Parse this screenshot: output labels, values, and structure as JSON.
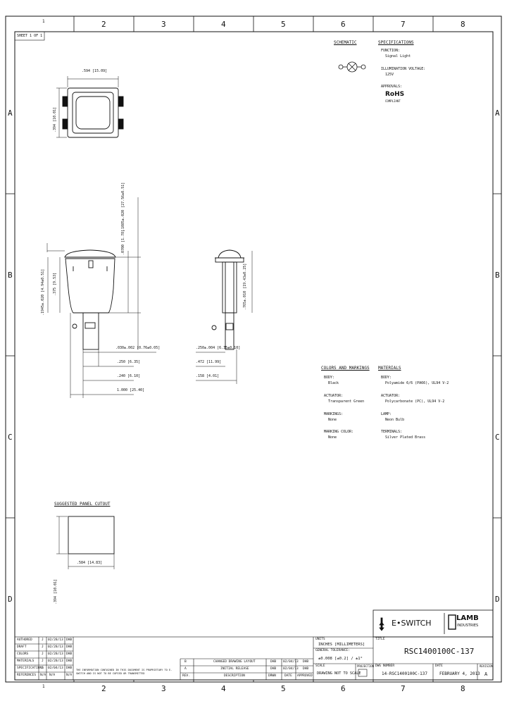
{
  "border": {
    "columns": [
      "1",
      "2",
      "3",
      "4",
      "5",
      "6",
      "7",
      "8"
    ],
    "rows": [
      "A",
      "B",
      "C",
      "D"
    ]
  },
  "sheet": "SHEET 1 OF 1",
  "schematic": {
    "title": "SCHEMATIC"
  },
  "specifications": {
    "title": "SPECIFICATIONS",
    "function_label": "FUNCTION:",
    "function_value": "Signal Light",
    "voltage_label": "ILLUMINATION VOLTAGE:",
    "voltage_value": "125V",
    "approvals_label": "APPROVALS:",
    "approvals_value": "RoHS",
    "approvals_sub": "COMPLIANT"
  },
  "top_view": {
    "width_dim": ".594 [15.09]",
    "height_dim": ".394 [10.01]"
  },
  "front_view": {
    "dim_top": ".1085±.020 [27.56±0.51]",
    "dim_right_top": ".0700 [1.78]",
    "dim_left1": ".375 [9.53]",
    "dim_left2": ".1945±.020 [4.94±0.51]",
    "dim_bottom1": ".030±.002 [0.76±0.05]",
    "dim_bottom2": ".250 [6.35]",
    "dim_bottom3": ".240 [6.10]",
    "dim_bottom4": "1.000 [25.40]"
  },
  "side_view": {
    "dim_vertical": ".765±.010 [19.43±0.25]",
    "dim1": ".250±.004 [6.35±0.10]",
    "dim2": ".472 [11.99]",
    "dim3": ".158 [4.01]"
  },
  "colors_markings": {
    "title": "COLORS AND MARKINGS",
    "body_label": "BODY:",
    "body_value": "Black",
    "actuator_label": "ACTUATOR:",
    "actuator_value": "Transparent Green",
    "markings_label": "MARKINGS:",
    "markings_value": "None",
    "marking_color_label": "MARKING COLOR:",
    "marking_color_value": "None"
  },
  "materials": {
    "title": "MATERIALS",
    "body_label": "BODY:",
    "body_value": "Polyamide 6/6 (PA66), UL94 V-2",
    "actuator_label": "ACTUATOR:",
    "actuator_value": "Polycarbonate (PC), UL94 V-2",
    "lamp_label": "LAMP:",
    "lamp_value": "Neon Bulb",
    "terminals_label": "TERMINALS:",
    "terminals_value": "Silver Plated Brass"
  },
  "panel_cutout": {
    "title": "SUGGESTED PANEL CUTOUT",
    "width_dim": ".584 [14.83]",
    "height_dim": ".394 [10.01]"
  },
  "logos": {
    "eswitch": "E•SWITCH",
    "lamb_top": "LAMB",
    "lamb_bottom": "INDUSTRIES"
  },
  "title_block": {
    "units_label": "UNITS",
    "units_value": "INCHES [MILLIMETERS]",
    "tol_label": "GENERAL TOLERANCE:",
    "tol_value": "±0.008 [±0.2] / ±1°",
    "scale_label": "SCALE",
    "scale_value": "DRAWING NOT TO SCALE",
    "projection_label": "PROJECTION",
    "title_label": "TITLE",
    "title_value": "RSC1400100C-137",
    "dwg_label": "DWG NUMBER",
    "dwg_value": "14-RSC1400100C-137",
    "date_label": "DATE",
    "date_value": "FEBRUARY 4, 2013",
    "rev_label": "REVISION",
    "rev_value": "A"
  },
  "approvals_table": [
    {
      "role": "AUTHORED",
      "ver": "J",
      "date": "02/28/13",
      "init": "DHB"
    },
    {
      "role": "DRAFT",
      "ver": "J",
      "date": "02/28/13",
      "init": "DHB"
    },
    {
      "role": "COLORS",
      "ver": "J",
      "date": "02/28/13",
      "init": "DHB"
    },
    {
      "role": "MATERIALS",
      "ver": "J",
      "date": "02/28/13",
      "init": "DHB"
    },
    {
      "role": "SPECIFICATIONS",
      "ver": "J",
      "date": "02/04/13",
      "init": "DHB"
    },
    {
      "role": "REFERENCES",
      "ver": "N/A",
      "date": "N/A",
      "init": "N/A"
    }
  ],
  "revisions": [
    {
      "rev": "B",
      "desc": "CHANGED DRAWING LAYOUT",
      "by": "DHB",
      "date": "02/04/13",
      "chk": "DHB"
    },
    {
      "rev": "A",
      "desc": "INITIAL RELEASE",
      "by": "DHB",
      "date": "02/04/13",
      "chk": "DHB"
    },
    {
      "rev": "REV.",
      "desc": "DESCRIPTION",
      "by": "DRWN",
      "date": "DATE",
      "chk": "APPROVED"
    }
  ],
  "notice": "THE INFORMATION CONTAINED IN THIS DOCUMENT IS PROPRIETARY TO E-SWITCH AND IS NOT TO BE COPIED OR TRANSMITTED"
}
